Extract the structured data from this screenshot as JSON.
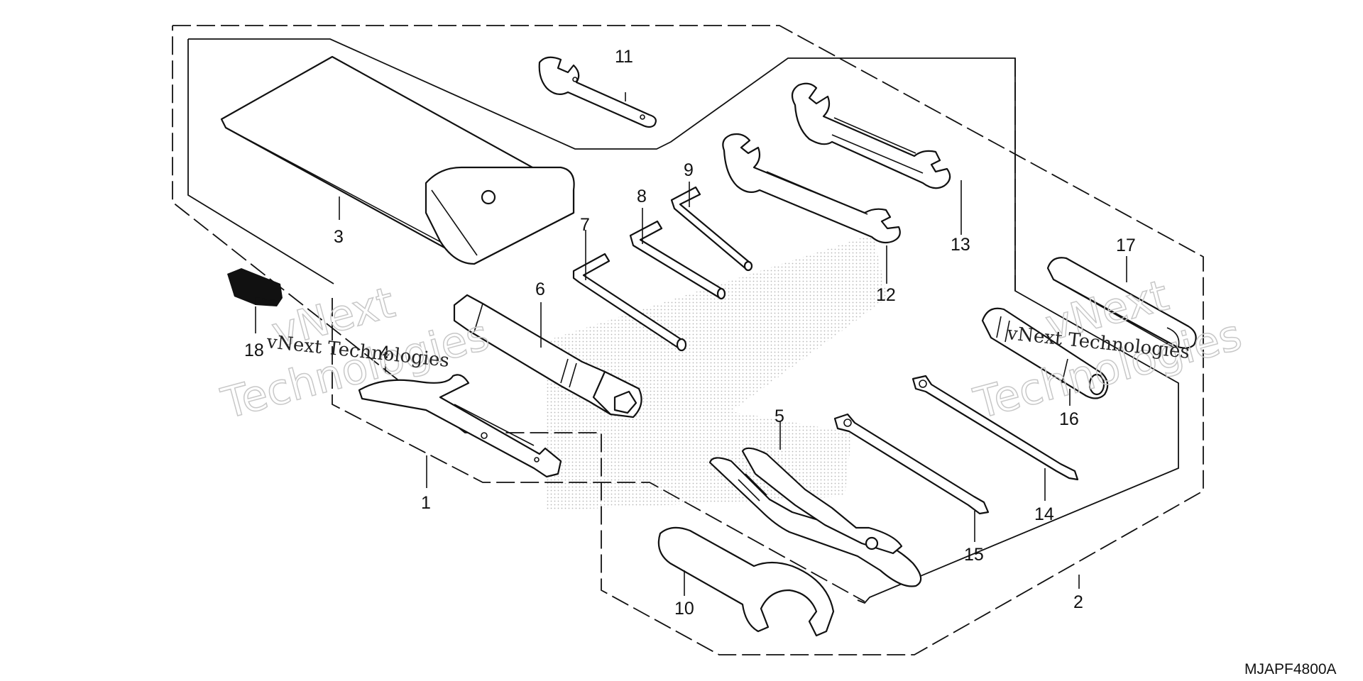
{
  "diagram_code": "MJAPF4800A",
  "watermark": {
    "line1": "vNext",
    "line2": "Technologies",
    "inline": "vNext Technologies"
  },
  "callouts": [
    "1",
    "2",
    "3",
    "4",
    "5",
    "6",
    "7",
    "8",
    "9",
    "10",
    "11",
    "12",
    "13",
    "14",
    "15",
    "16",
    "17",
    "18"
  ],
  "colors": {
    "line": "#111111",
    "background": "#ffffff",
    "watermark": "#c8c8c8",
    "stipple": "#9a9a9a"
  }
}
